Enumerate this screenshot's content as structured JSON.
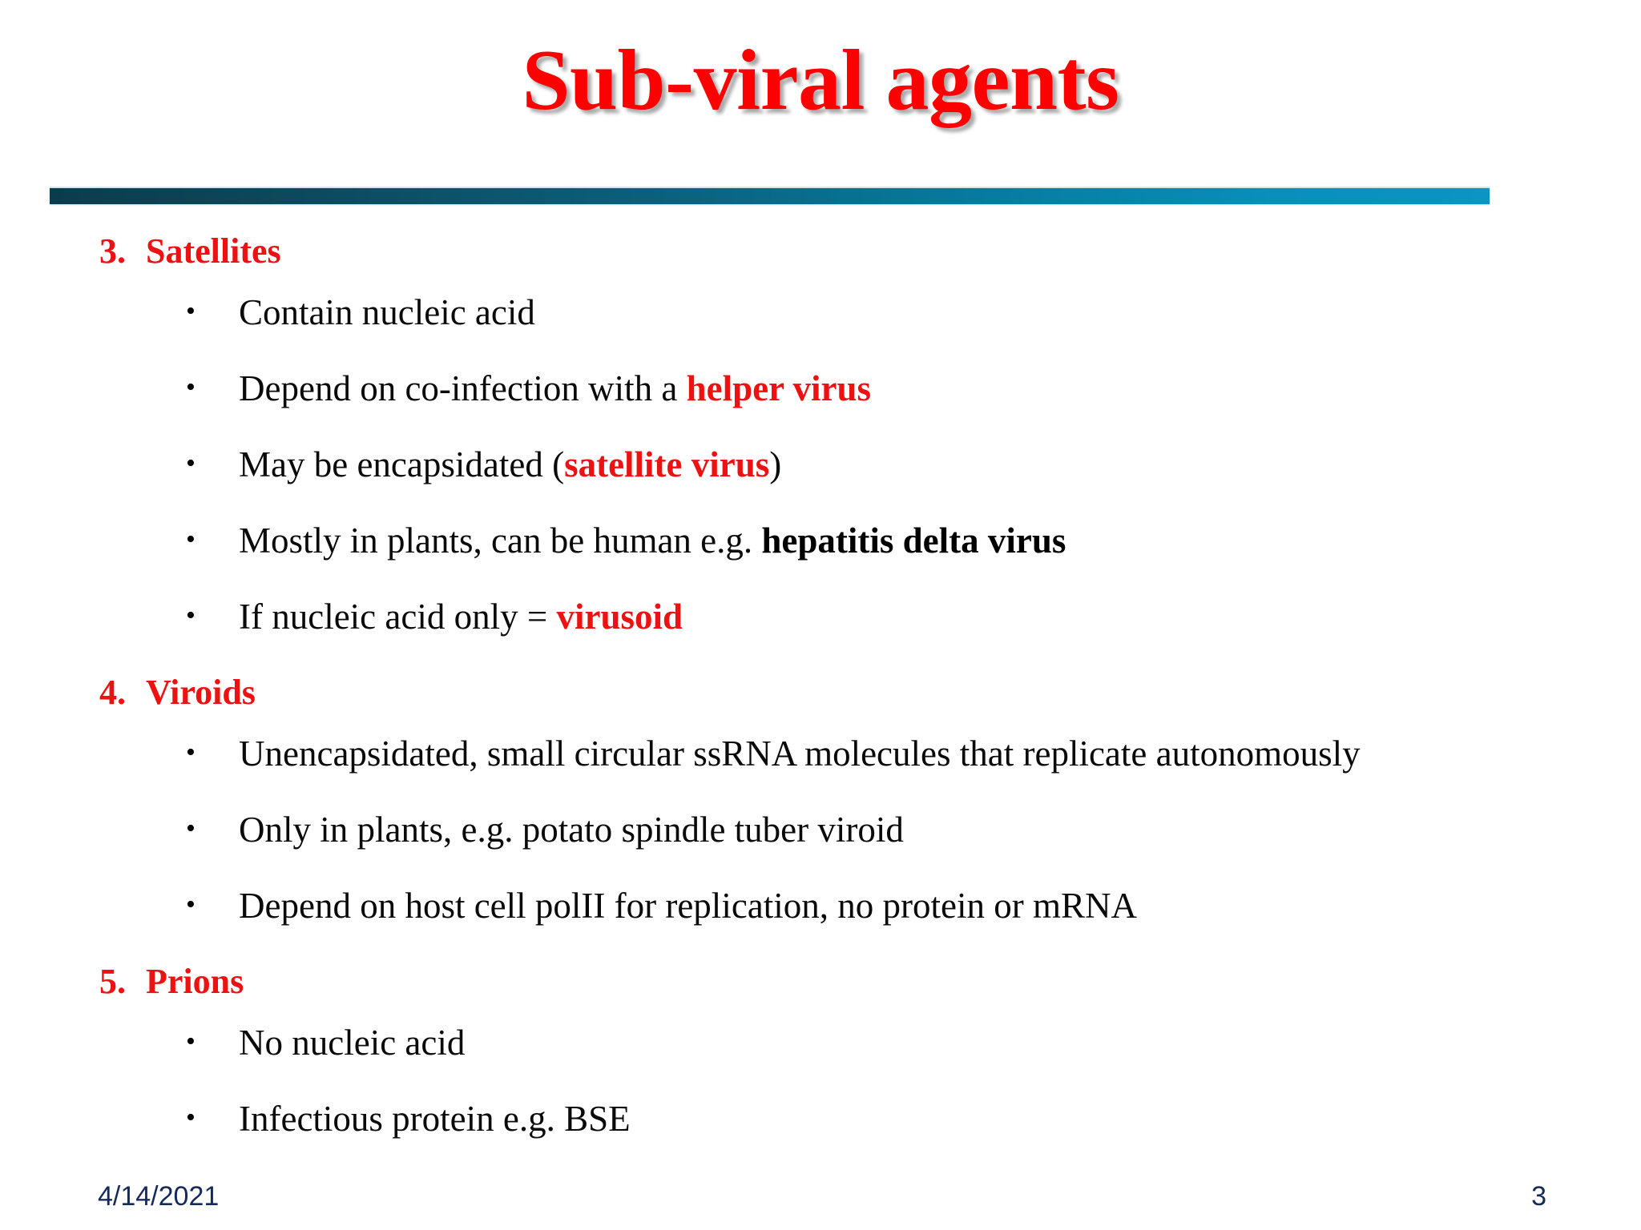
{
  "slide": {
    "title": "Sub-viral agents",
    "accent_red": "#ee1111",
    "title_red": "#ff0000",
    "divider_left_color": "#0b3c4d",
    "divider_right_color": "#0d93c4",
    "footer_color": "#152a5c",
    "background": "#ffffff"
  },
  "sections": [
    {
      "number": "3.",
      "label": "Satellites",
      "bullets": [
        {
          "glyph": "•",
          "parts": [
            {
              "text": "Contain nucleic acid",
              "style": "plain"
            }
          ]
        },
        {
          "glyph": "•",
          "parts": [
            {
              "text": "Depend on co-infection with a ",
              "style": "plain"
            },
            {
              "text": "helper virus",
              "style": "bold-red"
            }
          ]
        },
        {
          "glyph": "•",
          "parts": [
            {
              "text": "May be encapsidated (",
              "style": "plain"
            },
            {
              "text": "satellite virus",
              "style": "bold-red"
            },
            {
              "text": ")",
              "style": "plain"
            }
          ]
        },
        {
          "glyph": "•",
          "parts": [
            {
              "text": "Mostly in plants, can be human e.g. ",
              "style": "plain"
            },
            {
              "text": "hepatitis delta virus",
              "style": "bold-black"
            }
          ]
        },
        {
          "glyph": "•",
          "parts": [
            {
              "text": "If nucleic acid only = ",
              "style": "plain"
            },
            {
              "text": "virusoid",
              "style": "bold-red"
            }
          ]
        }
      ]
    },
    {
      "number": "4.",
      "label": "Viroids",
      "bullets": [
        {
          "glyph": "•",
          "parts": [
            {
              "text": "Unencapsidated, small circular ssRNA molecules that replicate autonomously",
              "style": "plain"
            }
          ]
        },
        {
          "glyph": "•",
          "parts": [
            {
              "text": "Only in plants, e.g. potato spindle tuber viroid",
              "style": "plain"
            }
          ]
        },
        {
          "glyph": "•",
          "parts": [
            {
              "text": "Depend on host cell polII for replication, no protein or mRNA",
              "style": "plain"
            }
          ]
        }
      ]
    },
    {
      "number": "5.",
      "label": "Prions",
      "bullets": [
        {
          "glyph": "•",
          "parts": [
            {
              "text": "No nucleic acid",
              "style": "plain"
            }
          ]
        },
        {
          "glyph": "•",
          "parts": [
            {
              "text": "Infectious protein e.g. BSE",
              "style": "plain"
            }
          ]
        }
      ]
    }
  ],
  "footer": {
    "date": "4/14/2021",
    "page_number": "3"
  }
}
